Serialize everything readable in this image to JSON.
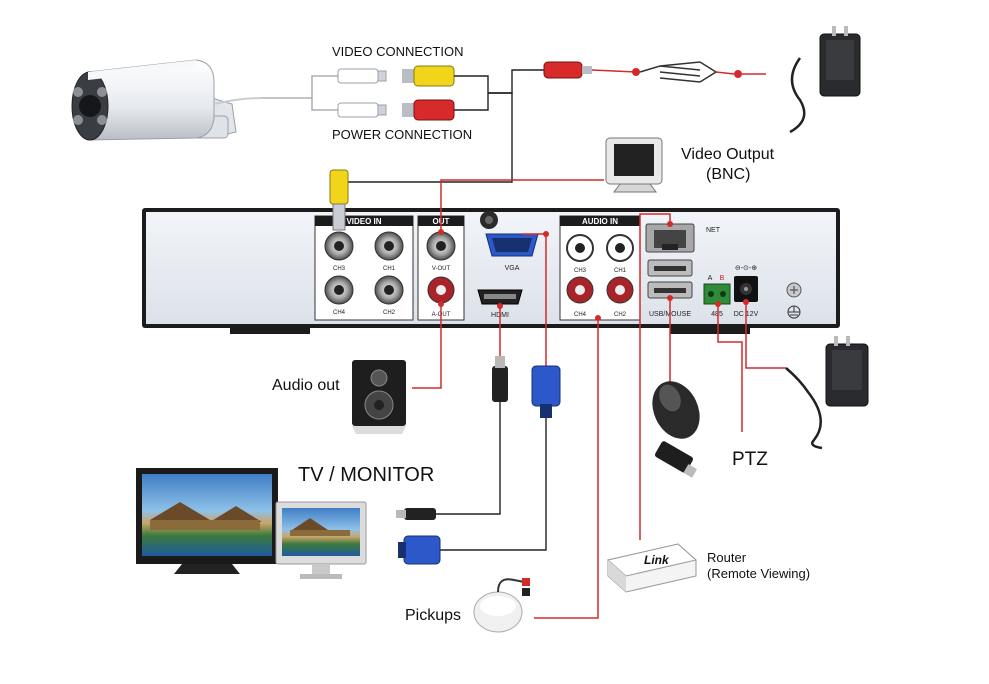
{
  "labels": {
    "video_connection": "VIDEO CONNECTION",
    "power_connection": "POWER CONNECTION",
    "video_output_line1": "Video Output",
    "video_output_line2": "(BNC)",
    "audio_out": "Audio out",
    "tv_monitor": "TV / MONITOR",
    "ptz": "PTZ",
    "router_line1": "Router",
    "router_line2": "(Remote Viewing)",
    "pickups": "Pickups",
    "router_brand": "Link"
  },
  "panel": {
    "video_in": "VIDEO IN",
    "out": "OUT",
    "audio_in": "AUDIO IN",
    "net": "NET",
    "ch1": "CH1",
    "ch2": "CH2",
    "ch3": "CH3",
    "ch4": "CH4",
    "v_out": "V-OUT",
    "a_out": "A-OUT",
    "vga": "VGA",
    "hdmi": "HDMI",
    "usb_mouse": "USB/MOUSE",
    "rs485": "485",
    "dc12v": "DC 12V",
    "a": "A",
    "b": "B"
  },
  "colors": {
    "wire_red": "#d42a2a",
    "wire_dark": "#222222",
    "dvr_body": "#e9edf3",
    "dvr_frame": "#1c1c1c"
  }
}
